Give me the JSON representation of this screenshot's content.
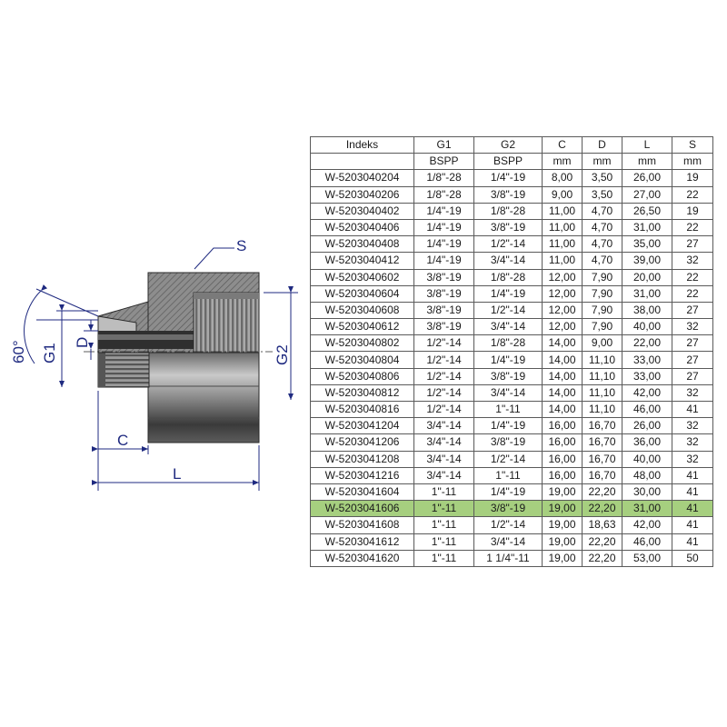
{
  "drawing": {
    "labels": {
      "angle": "60°",
      "g1": "G1",
      "d": "D",
      "s": "S",
      "g2": "G2",
      "c": "C",
      "l": "L"
    },
    "colors": {
      "dimension": "#1f2a80",
      "metal_dark": "#3e3e3e",
      "metal_mid": "#7a7a7a",
      "metal_light": "#b5b5b5",
      "highlight": "#a6cf7f"
    }
  },
  "table": {
    "header": [
      "Indeks",
      "G1",
      "G2",
      "C",
      "D",
      "L",
      "S"
    ],
    "subheader": [
      "",
      "BSPP",
      "BSPP",
      "mm",
      "mm",
      "mm",
      "mm"
    ],
    "highlight_index": 22,
    "rows": [
      [
        "W-5203040204",
        "1/8\"-28",
        "1/4\"-19",
        "8,00",
        "3,50",
        "26,00",
        "19"
      ],
      [
        "W-5203040206",
        "1/8\"-28",
        "3/8\"-19",
        "9,00",
        "3,50",
        "27,00",
        "22"
      ],
      [
        "W-5203040402",
        "1/4\"-19",
        "1/8\"-28",
        "11,00",
        "4,70",
        "26,50",
        "19"
      ],
      [
        "W-5203040406",
        "1/4\"-19",
        "3/8\"-19",
        "11,00",
        "4,70",
        "31,00",
        "22"
      ],
      [
        "W-5203040408",
        "1/4\"-19",
        "1/2\"-14",
        "11,00",
        "4,70",
        "35,00",
        "27"
      ],
      [
        "W-5203040412",
        "1/4\"-19",
        "3/4\"-14",
        "11,00",
        "4,70",
        "39,00",
        "32"
      ],
      [
        "W-5203040602",
        "3/8\"-19",
        "1/8\"-28",
        "12,00",
        "7,90",
        "20,00",
        "22"
      ],
      [
        "W-5203040604",
        "3/8\"-19",
        "1/4\"-19",
        "12,00",
        "7,90",
        "31,00",
        "22"
      ],
      [
        "W-5203040608",
        "3/8\"-19",
        "1/2\"-14",
        "12,00",
        "7,90",
        "38,00",
        "27"
      ],
      [
        "W-5203040612",
        "3/8\"-19",
        "3/4\"-14",
        "12,00",
        "7,90",
        "40,00",
        "32"
      ],
      [
        "W-5203040802",
        "1/2\"-14",
        "1/8\"-28",
        "14,00",
        "9,00",
        "22,00",
        "27"
      ],
      [
        "W-5203040804",
        "1/2\"-14",
        "1/4\"-19",
        "14,00",
        "11,10",
        "33,00",
        "27"
      ],
      [
        "W-5203040806",
        "1/2\"-14",
        "3/8\"-19",
        "14,00",
        "11,10",
        "33,00",
        "27"
      ],
      [
        "W-5203040812",
        "1/2\"-14",
        "3/4\"-14",
        "14,00",
        "11,10",
        "42,00",
        "32"
      ],
      [
        "W-5203040816",
        "1/2\"-14",
        "1\"-11",
        "14,00",
        "11,10",
        "46,00",
        "41"
      ],
      [
        "W-5203041204",
        "3/4\"-14",
        "1/4\"-19",
        "16,00",
        "16,70",
        "26,00",
        "32"
      ],
      [
        "W-5203041206",
        "3/4\"-14",
        "3/8\"-19",
        "16,00",
        "16,70",
        "36,00",
        "32"
      ],
      [
        "W-5203041208",
        "3/4\"-14",
        "1/2\"-14",
        "16,00",
        "16,70",
        "40,00",
        "32"
      ],
      [
        "W-5203041216",
        "3/4\"-14",
        "1\"-11",
        "16,00",
        "16,70",
        "48,00",
        "41"
      ],
      [
        "W-5203041604",
        "1\"-11",
        "1/4\"-19",
        "19,00",
        "22,20",
        "30,00",
        "41"
      ],
      [
        "W-5203041606",
        "1\"-11",
        "3/8\"-19",
        "19,00",
        "22,20",
        "31,00",
        "41"
      ],
      [
        "W-5203041608",
        "1\"-11",
        "1/2\"-14",
        "19,00",
        "18,63",
        "42,00",
        "41"
      ],
      [
        "W-5203041612",
        "1\"-11",
        "3/4\"-14",
        "19,00",
        "22,20",
        "46,00",
        "41"
      ],
      [
        "W-5203041620",
        "1\"-11",
        "1 1/4\"-11",
        "19,00",
        "22,20",
        "53,00",
        "50"
      ]
    ]
  }
}
